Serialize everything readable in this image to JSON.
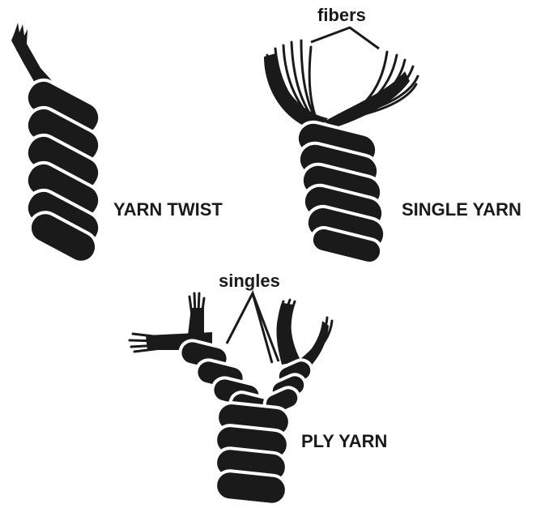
{
  "labels": {
    "yarn_twist": "YARN TWIST",
    "single_yarn": "SINGLE YARN",
    "fibers": "fibers",
    "singles": "singles",
    "ply_yarn": "PLY YARN"
  },
  "colors": {
    "ink": "#1a1a1a",
    "background": "#ffffff"
  }
}
